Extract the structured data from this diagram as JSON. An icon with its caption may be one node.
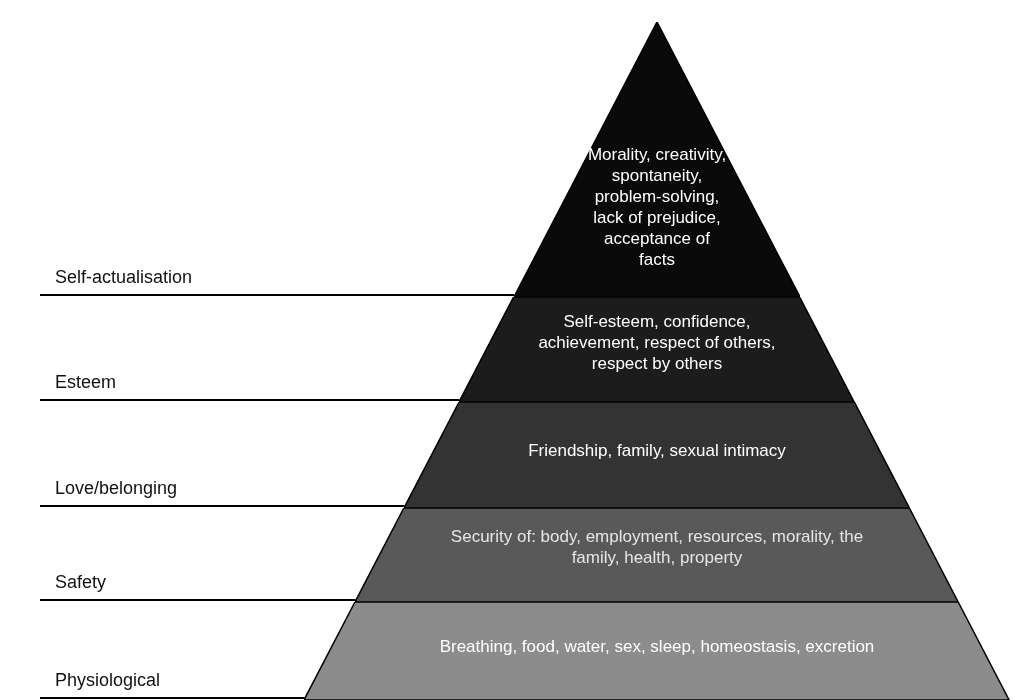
{
  "diagram": {
    "nodes": [
      {
        "text": [
          "Morality, creativity, spontaneity, problem-solving, lack of prejudice, acceptance of facts"
        ]
      },
      {
        "text": [
          "Self-esteem, confidence, achievement, respect of others, respect by others"
        ]
      },
      {
        "text": [
          "Friendship, family, sexual intimacy"
        ]
      },
      {
        "text": [
          "Security of: body, employment, resources, morality, the family, health, property"
        ]
      },
      {
        "text": [
          "Breathing, food, water, sex, sleep, homeostasis, excretion"
        ]
      }
    ],
    "labels": [
      "Self-actualisation",
      "Esteem",
      "Love/belonging",
      "Safety",
      "Physiological"
    ]
  }
}
